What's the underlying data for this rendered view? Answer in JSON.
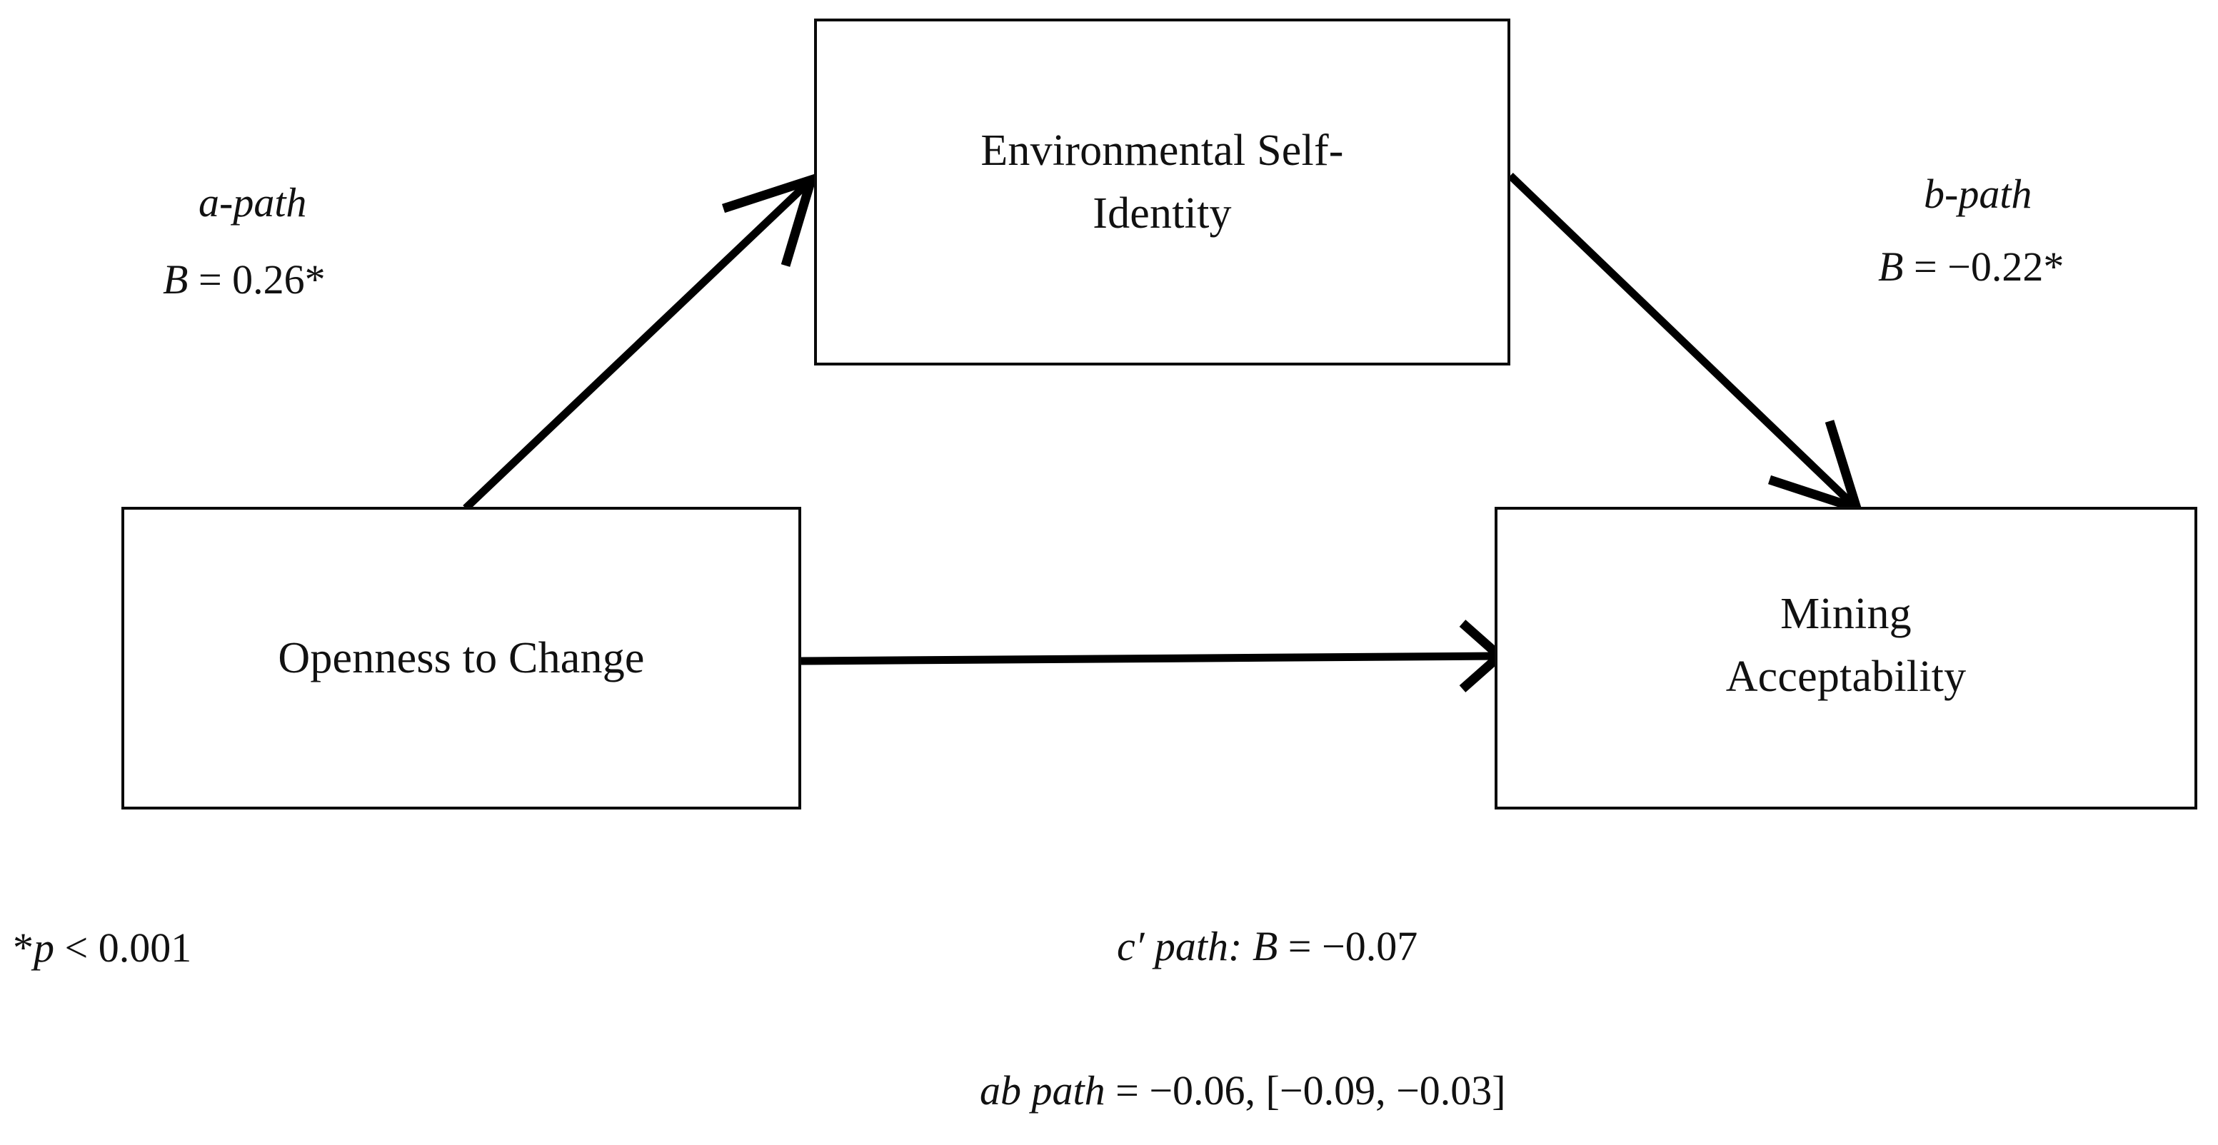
{
  "figure": {
    "type": "mediation-path-diagram",
    "nodes": {
      "predictor": "Openness to Change",
      "mediator": "Environmental Self-\nIdentity",
      "outcome": "Mining\nAcceptability"
    },
    "paths": {
      "a": {
        "name": "a-path",
        "coef_symbol": "B",
        "coef_text": " = 0.26*",
        "value": 0.26,
        "significant": true,
        "from": "predictor",
        "to": "mediator"
      },
      "b": {
        "name": "b-path",
        "coef_symbol": "B",
        "coef_text": " = −0.22*",
        "value": -0.22,
        "significant": true,
        "from": "mediator",
        "to": "outcome"
      },
      "c_prime": {
        "name": "c′ path: ",
        "coef_symbol": "B",
        "coef_text": " = −0.07",
        "value": -0.07,
        "significant": false,
        "from": "predictor",
        "to": "outcome"
      },
      "ab": {
        "name": "ab path",
        "coef_text": " = −0.06, [−0.09, −0.03]",
        "value": -0.06,
        "ci_lower": -0.09,
        "ci_upper": -0.03
      }
    },
    "footnote": {
      "star": "*",
      "symbol": "p",
      "text": " < 0.001"
    },
    "colors": {
      "stroke": "#000000",
      "text": "#111111",
      "background": "#ffffff"
    }
  }
}
